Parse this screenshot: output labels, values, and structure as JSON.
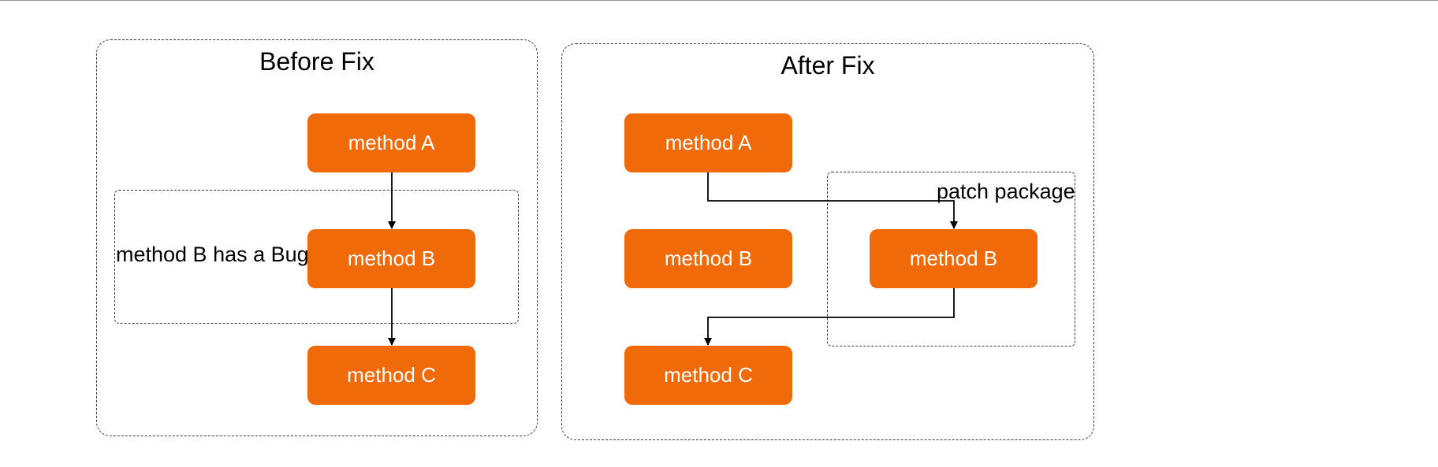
{
  "colors": {
    "method_fill": "#f06a0a",
    "method_text": "#ffffff",
    "border": "#3a3a3a",
    "arrow": "#000000"
  },
  "before": {
    "title": "Before Fix",
    "bug_note": "method B has a Bug",
    "method_a": "method A",
    "method_b": "method B",
    "method_c": "method C"
  },
  "after": {
    "title": "After Fix",
    "patch_label": "patch package",
    "method_a": "method A",
    "method_b": "method B",
    "method_c": "method C",
    "patch_method_b": "method B"
  }
}
